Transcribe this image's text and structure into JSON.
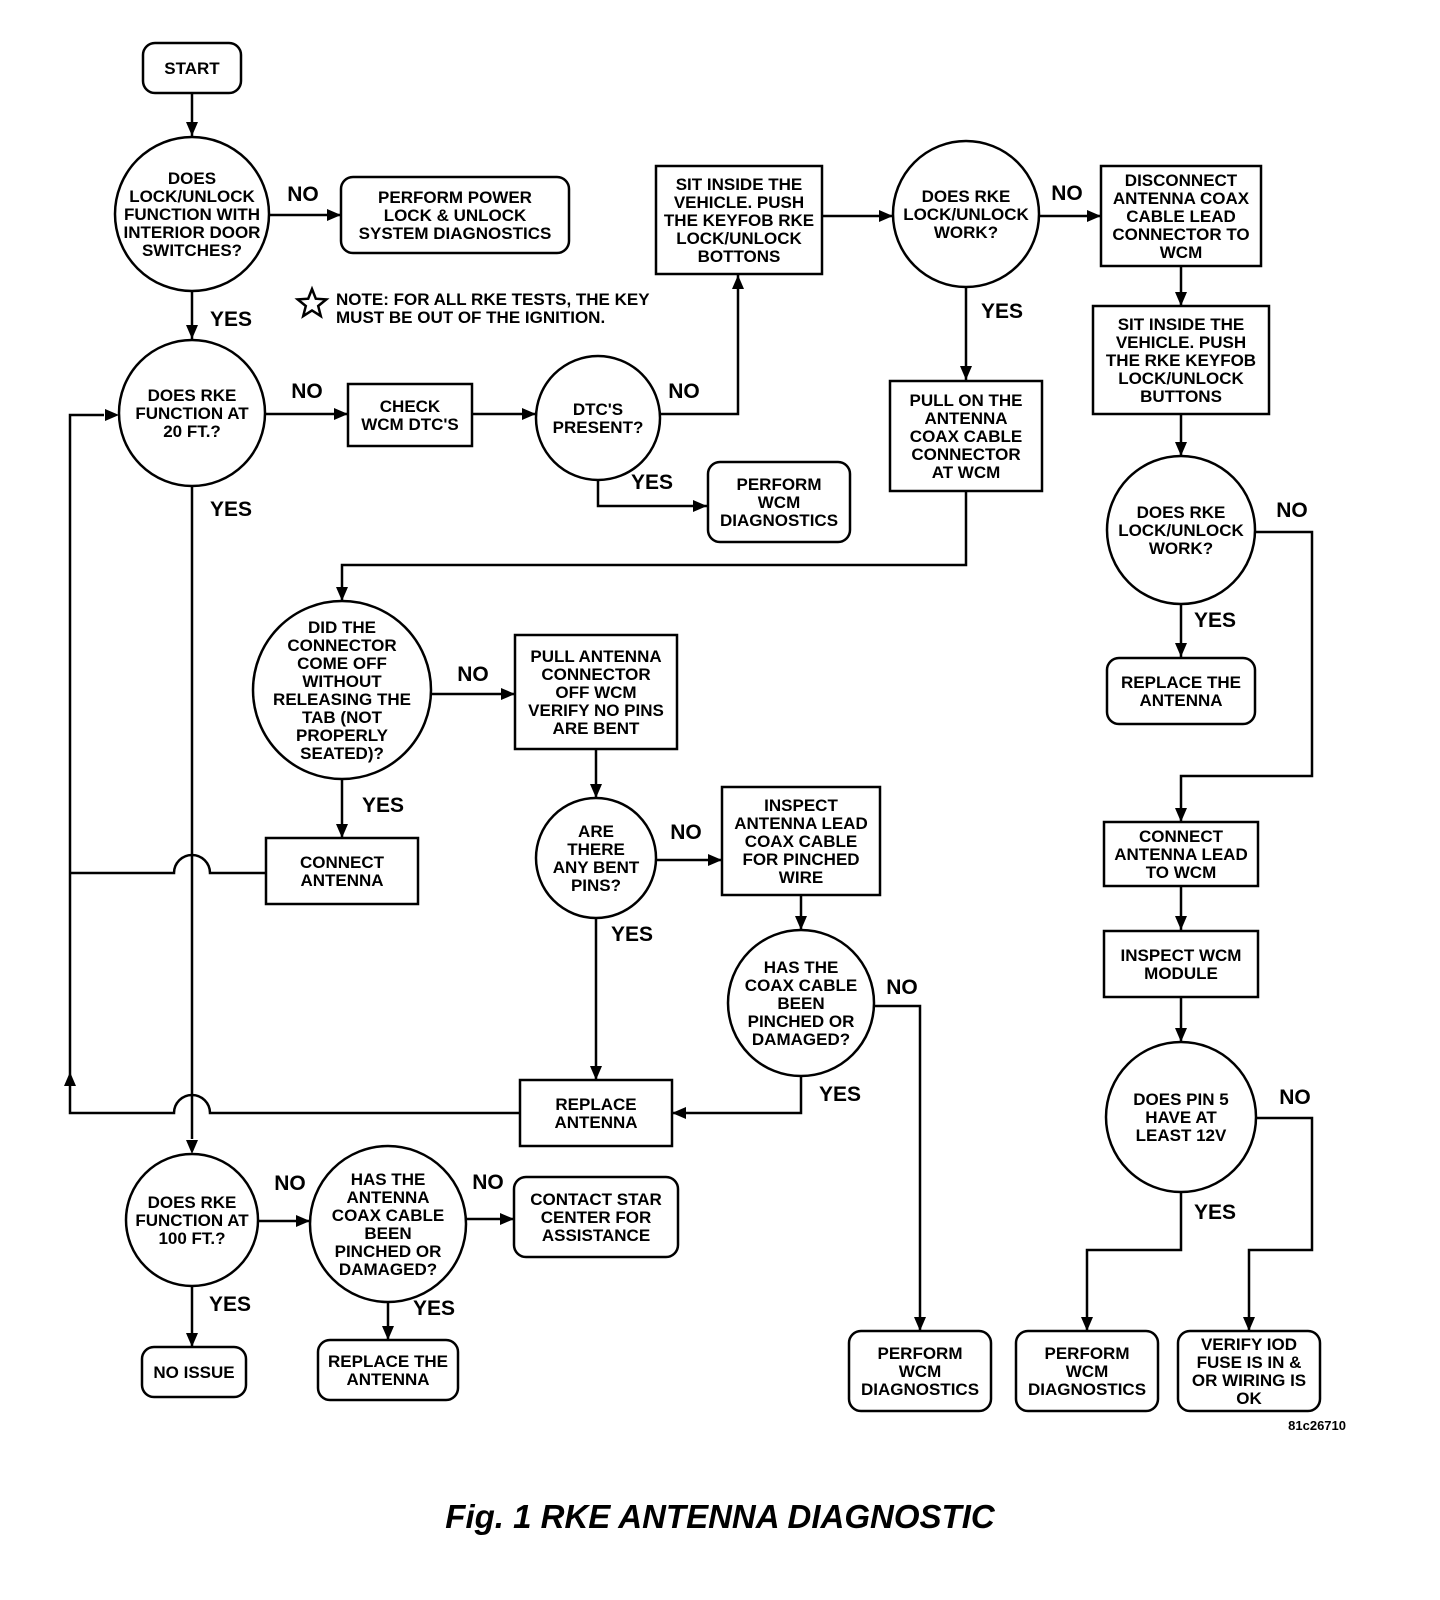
{
  "nodes": {
    "start": [
      "START"
    ],
    "q_interior_switches": [
      "DOES",
      "LOCK/UNLOCK",
      "FUNCTION WITH",
      "INTERIOR DOOR",
      "SWITCHES?"
    ],
    "perform_power_lock": [
      "PERFORM POWER",
      "LOCK & UNLOCK",
      "SYSTEM DIAGNOSTICS"
    ],
    "q_rke_20ft": [
      "DOES RKE",
      "FUNCTION AT",
      "20 FT.?"
    ],
    "check_wcm_dtcs": [
      "CHECK",
      "WCM DTC'S"
    ],
    "q_dtcs_present": [
      "DTC'S",
      "PRESENT?"
    ],
    "perform_wcm_diag_1": [
      "PERFORM",
      "WCM",
      "DIAGNOSTICS"
    ],
    "sit_inside_1": [
      "SIT INSIDE THE",
      "VEHICLE. PUSH",
      "THE KEYFOB RKE",
      "LOCK/UNLOCK",
      "BOTTONS"
    ],
    "q_rke_work_1": [
      "DOES RKE",
      "LOCK/UNLOCK",
      "WORK?"
    ],
    "pull_coax": [
      "PULL ON THE",
      "ANTENNA",
      "COAX CABLE",
      "CONNECTOR",
      "AT WCM"
    ],
    "disconnect_coax": [
      "DISCONNECT",
      "ANTENNA COAX",
      "CABLE LEAD",
      "CONNECTOR TO",
      "WCM"
    ],
    "sit_inside_2": [
      "SIT INSIDE THE",
      "VEHICLE. PUSH",
      "THE RKE KEYFOB",
      "LOCK/UNLOCK",
      "BUTTONS"
    ],
    "q_rke_work_2": [
      "DOES RKE",
      "LOCK/UNLOCK",
      "WORK?"
    ],
    "replace_antenna_right": [
      "REPLACE THE",
      "ANTENNA"
    ],
    "q_connector_off": [
      "DID THE",
      "CONNECTOR",
      "COME OFF",
      "WITHOUT",
      "RELEASING THE",
      "TAB (NOT",
      "PROPERLY",
      "SEATED)?"
    ],
    "pull_antenna_connector": [
      "PULL ANTENNA",
      "CONNECTOR",
      "OFF WCM",
      "VERIFY NO PINS",
      "ARE BENT"
    ],
    "connect_antenna": [
      "CONNECT",
      "ANTENNA"
    ],
    "q_bent_pins": [
      "ARE",
      "THERE",
      "ANY BENT",
      "PINS?"
    ],
    "inspect_lead": [
      "INSPECT",
      "ANTENNA LEAD",
      "COAX CABLE",
      "FOR PINCHED",
      "WIRE"
    ],
    "q_coax_pinched_1": [
      "HAS THE",
      "COAX CABLE",
      "BEEN",
      "PINCHED OR",
      "DAMAGED?"
    ],
    "replace_antenna_mid": [
      "REPLACE",
      "ANTENNA"
    ],
    "connect_lead": [
      "CONNECT",
      "ANTENNA LEAD",
      "TO WCM"
    ],
    "inspect_wcm": [
      "INSPECT WCM",
      "MODULE"
    ],
    "q_pin5": [
      "DOES PIN 5",
      "HAVE AT",
      "LEAST 12V"
    ],
    "q_rke_100ft": [
      "DOES RKE",
      "FUNCTION AT",
      "100 FT.?"
    ],
    "q_coax_pinched_2": [
      "HAS THE",
      "ANTENNA",
      "COAX CABLE",
      "BEEN",
      "PINCHED OR",
      "DAMAGED?"
    ],
    "contact_star": [
      "CONTACT STAR",
      "CENTER FOR",
      "ASSISTANCE"
    ],
    "no_issue": [
      "NO ISSUE"
    ],
    "replace_antenna_bottom": [
      "REPLACE THE",
      "ANTENNA"
    ],
    "perform_wcm_diag_2": [
      "PERFORM",
      "WCM",
      "DIAGNOSTICS"
    ],
    "perform_wcm_diag_3": [
      "PERFORM",
      "WCM",
      "DIAGNOSTICS"
    ],
    "verify_iod": [
      "VERIFY IOD",
      "FUSE IS IN &",
      "OR WIRING IS",
      "OK"
    ]
  },
  "edge_labels": {
    "yes": "YES",
    "no": "NO"
  },
  "note": [
    "NOTE: FOR ALL RKE TESTS, THE KEY",
    "MUST BE OUT OF THE IGNITION."
  ],
  "note_symbol": "star-icon",
  "figure_code": "81c26710",
  "caption": "Fig. 1 RKE ANTENNA DIAGNOSTIC"
}
